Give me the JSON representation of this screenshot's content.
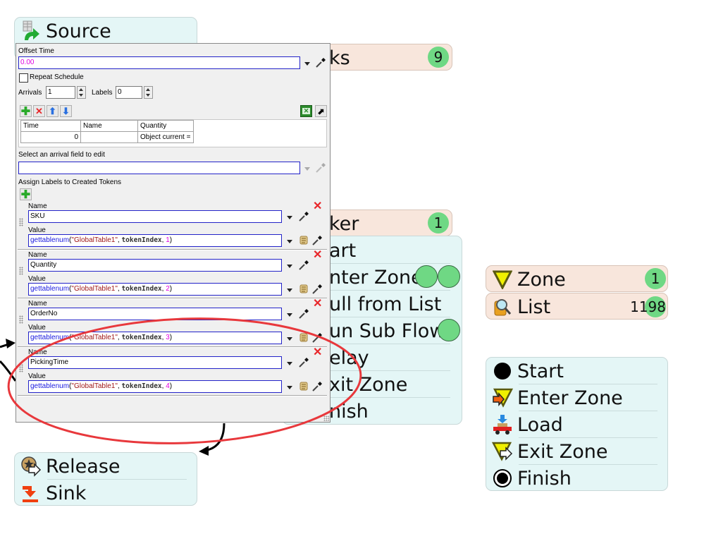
{
  "canvas": {
    "source_block": {
      "items": [
        {
          "label": "Source",
          "icon": "schedule-source-icon"
        }
      ]
    },
    "tasks_header": {
      "label_partial": "ks",
      "count": "9"
    },
    "worker_header": {
      "label_partial": "ker",
      "count": "1"
    },
    "worker_flow": {
      "items": [
        {
          "label_partial": "art"
        },
        {
          "label_partial": "nter Zone",
          "tokens": 2
        },
        {
          "label_partial": "ull from List"
        },
        {
          "label_partial": "un Sub Flow",
          "tokens": 1
        },
        {
          "label_partial": "elay"
        },
        {
          "label_partial": "xit Zone"
        },
        {
          "label_partial": "nish"
        }
      ]
    },
    "zone_block": {
      "label": "Zone",
      "count": "1",
      "icon": "zone-icon"
    },
    "list_block": {
      "label": "List",
      "count": "1198",
      "icon": "list-icon"
    },
    "zone_flow": {
      "items": [
        {
          "label": "Start",
          "icon": "start-icon"
        },
        {
          "label": "Enter Zone",
          "icon": "enter-zone-icon"
        },
        {
          "label": "Load",
          "icon": "load-icon"
        },
        {
          "label": "Exit Zone",
          "icon": "exit-zone-icon"
        },
        {
          "label": "Finish",
          "icon": "finish-icon"
        }
      ]
    },
    "release_flow": {
      "items": [
        {
          "label": "Release",
          "icon": "release-icon"
        },
        {
          "label": "Sink",
          "icon": "sink-icon"
        }
      ]
    }
  },
  "panel": {
    "offset_time": {
      "label": "Offset Time",
      "value": "0.00"
    },
    "repeat_schedule": {
      "label": "Repeat Schedule",
      "checked": false
    },
    "arrivals": {
      "label": "Arrivals",
      "value": "1"
    },
    "labels": {
      "label": "Labels",
      "value": "0"
    },
    "toolbar": {
      "add": "add-icon",
      "remove": "delete-icon",
      "up": "move-up-icon",
      "down": "move-down-icon",
      "excel": "excel-icon",
      "open": "open-arrow-icon"
    },
    "schedule_table": {
      "columns": [
        "Time",
        "Name",
        "Quantity"
      ],
      "rows": [
        [
          "0",
          "",
          "Object current ="
        ]
      ]
    },
    "arrival_field": {
      "label": "Select an arrival field to edit",
      "value": ""
    },
    "assign_labels": {
      "label": "Assign Labels to Created Tokens",
      "name_label": "Name",
      "value_label": "Value",
      "entries": [
        {
          "name": "SKU",
          "value": {
            "fn": "gettablenum",
            "table": "\"GlobalTable1\"",
            "arg": "tokenIndex",
            "col": "1"
          }
        },
        {
          "name": "Quantity",
          "value": {
            "fn": "gettablenum",
            "table": "\"GlobalTable1\"",
            "arg": "tokenIndex",
            "col": "2"
          }
        },
        {
          "name": "OrderNo",
          "value": {
            "fn": "gettablenum",
            "table": "\"GlobalTable1\"",
            "arg": "tokenIndex",
            "col": "3"
          }
        },
        {
          "name": "PickingTime",
          "value": {
            "fn": "gettablenum",
            "table": "\"GlobalTable1\"",
            "arg": "tokenIndex",
            "col": "4"
          }
        }
      ]
    }
  },
  "colors": {
    "highlight_ellipse": "#e8383c",
    "token": "#6fd884",
    "flow_bg": "#e4f6f6",
    "shared_bg": "#f8e6dc"
  }
}
